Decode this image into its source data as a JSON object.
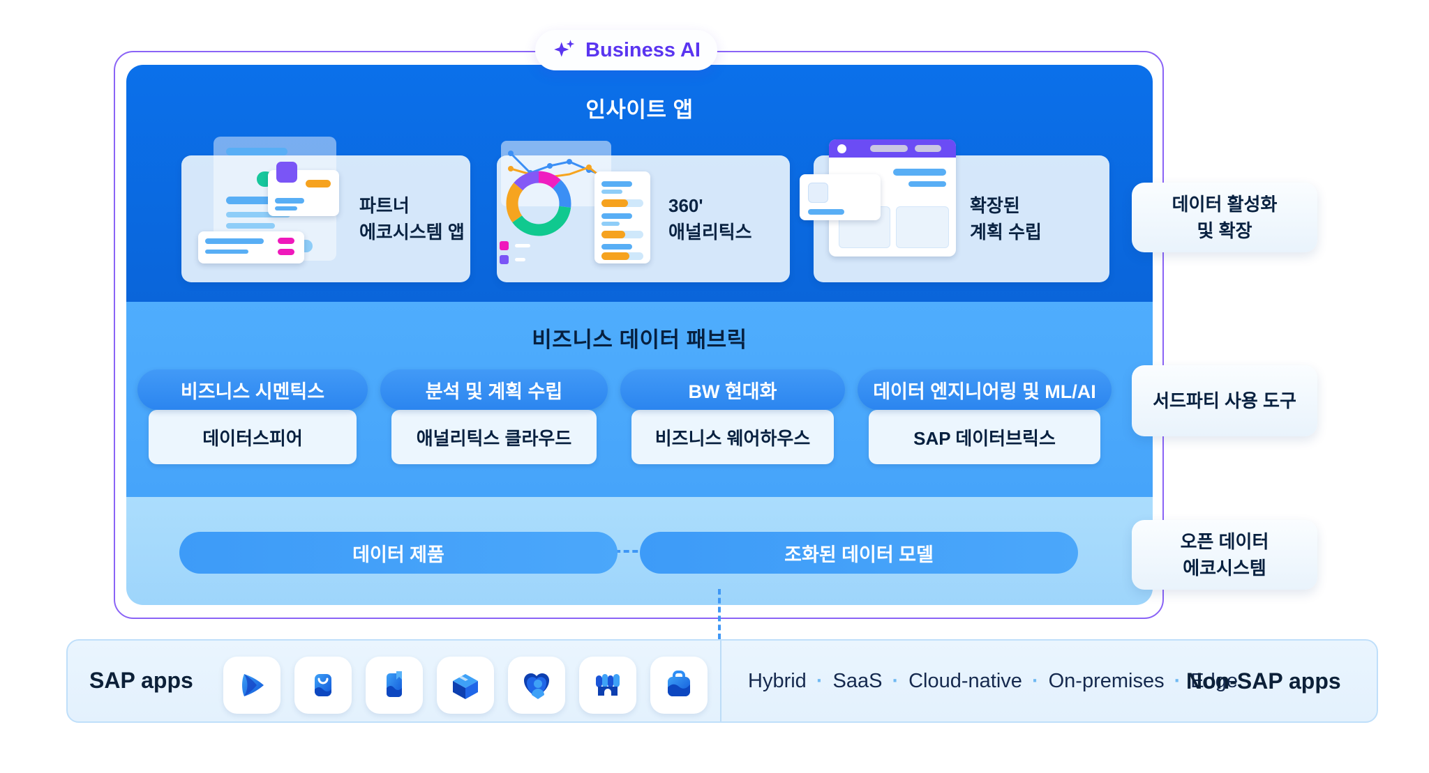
{
  "badge": {
    "label": "Business AI"
  },
  "insight": {
    "title": "인사이트 앱",
    "cards": [
      {
        "lines": [
          "파트너",
          "에코시스템 앱"
        ]
      },
      {
        "lines": [
          "360'",
          "애널리틱스"
        ]
      },
      {
        "lines": [
          "확장된",
          "계획 수립"
        ]
      }
    ]
  },
  "fabric": {
    "title": "비즈니스 데이터 패브릭",
    "columns": [
      {
        "pill": "비즈니스 시멘틱스",
        "product": "데이터스피어"
      },
      {
        "pill": "분석 및 계획 수립",
        "product": "애널리틱스 클라우드"
      },
      {
        "pill": "BW 현대화",
        "product": "비즈니스 웨어하우스"
      },
      {
        "pill": "데이터 엔지니어링 및 ML/AI",
        "product": "SAP 데이터브릭스"
      }
    ]
  },
  "foundation": {
    "pills": [
      "데이터 제품",
      "조화된 데이터 모델"
    ]
  },
  "side_labels": [
    {
      "lines": [
        "데이터 활성화",
        "및 확장"
      ]
    },
    {
      "lines": [
        "서드파티 사용 도구"
      ]
    },
    {
      "lines": [
        "오픈 데이터",
        "에코시스템"
      ]
    }
  ],
  "bottom_bar": {
    "sap_apps_label": "SAP apps",
    "app_icons": [
      "play-icon",
      "shopping-bag-icon",
      "book-icon",
      "cube-icon",
      "heart-people-icon",
      "storefront-icon",
      "briefcase-icon"
    ],
    "deployment_modes": [
      "Hybrid",
      "SaaS",
      "Cloud-native",
      "On-premises",
      "Edge"
    ],
    "separator": "·",
    "non_sap_label": "Non-SAP apps"
  },
  "colors": {
    "insight_panel": "#0a6be1",
    "fabric_panel": "#4aa9fb",
    "foundation_panel": "#a5dafc",
    "pill_blue": "#2f8cf2",
    "accent_purple": "#5a35f0",
    "border_purple": "#8a63f6",
    "text_dark": "#07203f"
  }
}
